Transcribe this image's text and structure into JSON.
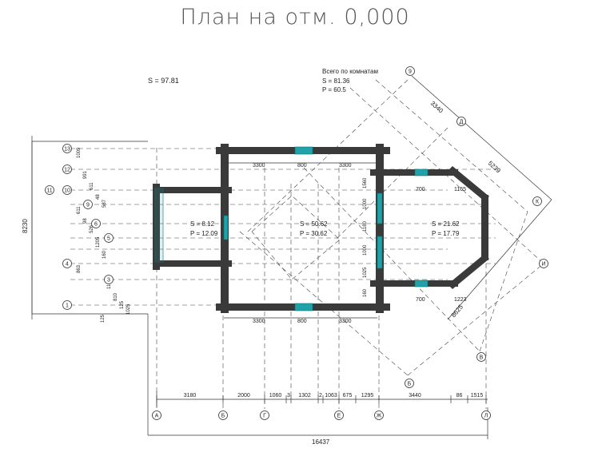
{
  "title": "План на отм. 0,000",
  "totals": {
    "area_total": "S  =  97.81",
    "rooms_heading": "Всего по комнатам",
    "rooms_area": "S   =   81.36",
    "rooms_perimeter": "P   =   60.5"
  },
  "rooms": [
    {
      "area": "S  =  8.12",
      "perimeter": "P  =  12.09"
    },
    {
      "area": "S  =  50.62",
      "perimeter": "P  =  30.62"
    },
    {
      "area": "S  =  21.62",
      "perimeter": "P  =  17.79"
    }
  ],
  "axes_bottom": [
    "А",
    "Б",
    "Г",
    "Е",
    "Ж",
    "Л"
  ],
  "axes_left": [
    "13",
    "12",
    "10",
    "11",
    "9",
    "6",
    "5",
    "4",
    "3",
    "1"
  ],
  "axes_diag": [
    "9",
    "Д",
    "К",
    "И",
    "В",
    "Б"
  ],
  "dims_bottom": [
    "3180",
    "2000",
    "1060",
    "3",
    "1302",
    "2",
    "1063",
    "675",
    "1295",
    "3440",
    "86",
    "1515"
  ],
  "dim_overall_width": "16437",
  "dim_overall_height": "8230",
  "dims_top": [
    "3300",
    "800",
    "3300"
  ],
  "dims_lower": [
    "3300",
    "800",
    "3300"
  ],
  "dims_left": [
    "1009",
    "991",
    "611",
    "48",
    "587",
    "611",
    "98",
    "526",
    "1205",
    "160",
    "863",
    "1140",
    "810",
    "125",
    "1025",
    "125"
  ],
  "dims_hall_right": [
    "1560",
    "1000",
    "1180",
    "1000",
    "1025",
    "160"
  ],
  "dims_apse": [
    "700",
    "1165",
    "700",
    "1223"
  ],
  "dims_diag": [
    "3340",
    "5239",
    "8625"
  ]
}
